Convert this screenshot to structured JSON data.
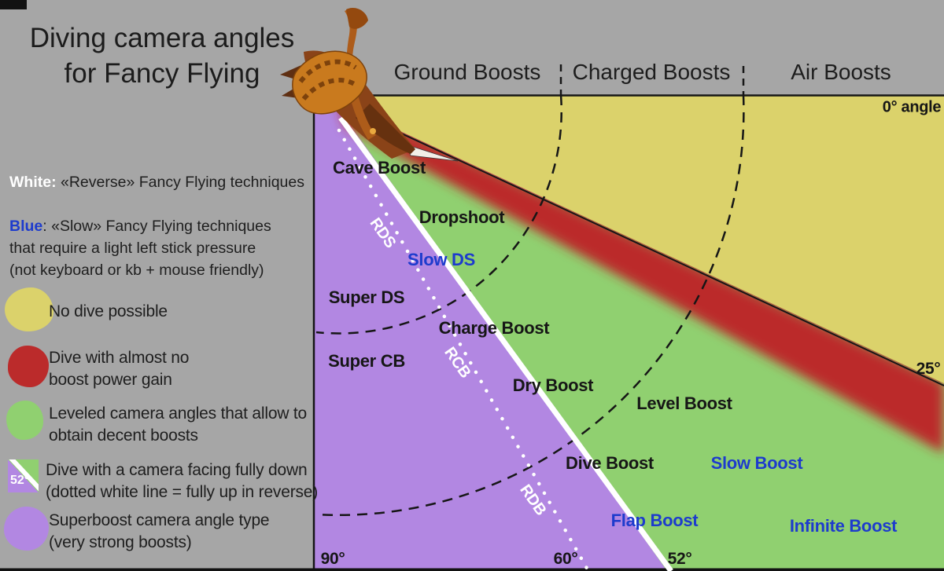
{
  "colors": {
    "bg": "#a6a6a6",
    "yellow": "#dbd26b",
    "red": "#bb2b2b",
    "green": "#90d070",
    "purple": "#b287e2",
    "blue_text": "#1d3bcd",
    "ink": "#161616",
    "white": "#ffffff"
  },
  "title": {
    "line1": "Diving camera angles",
    "line2": "for Fancy Flying"
  },
  "notes": {
    "white_label": "White:",
    "white_text": " «Reverse» Fancy Flying techniques",
    "blue_label": "Blue",
    "blue_text": ": «Slow» Fancy Flying techniques\nthat require a light left stick pressure\n(not keyboard or kb + mouse friendly)"
  },
  "legend": {
    "items": [
      {
        "swatch": "yellow",
        "text": "No dive possible"
      },
      {
        "swatch": "red",
        "text": "Dive with almost no\nboost power gain"
      },
      {
        "swatch": "green",
        "text": "Leveled camera angles that allow to\nobtain decent boosts"
      },
      {
        "swatch": "split-52",
        "angle_label": "52°",
        "text": "Dive with a camera facing fully down\n(dotted white line = fully up in reverse)"
      },
      {
        "swatch": "purple",
        "text": "Superboost camera angle type\n(very strong boosts)"
      }
    ]
  },
  "diagram": {
    "zone_headers": [
      "Ground Boosts",
      "Charged Boosts",
      "Air Boosts"
    ],
    "angle_labels": {
      "zero": "0° angle",
      "deg25": "25°",
      "deg90": "90°",
      "deg60": "60°",
      "deg52": "52°"
    },
    "techniques": {
      "cave_boost": "Cave Boost",
      "dropshoot": "Dropshoot",
      "slow_ds": "Slow DS",
      "super_ds": "Super DS",
      "charge_boost": "Charge Boost",
      "super_cb": "Super CB",
      "dry_boost": "Dry Boost",
      "level_boost": "Level Boost",
      "dive_boost": "Dive Boost",
      "slow_boost": "Slow Boost",
      "flap_boost": "Flap Boost",
      "infinite_boost": "Infinite Boost",
      "rds": "RDS",
      "rcb": "RCB",
      "rdb": "RDB"
    }
  }
}
